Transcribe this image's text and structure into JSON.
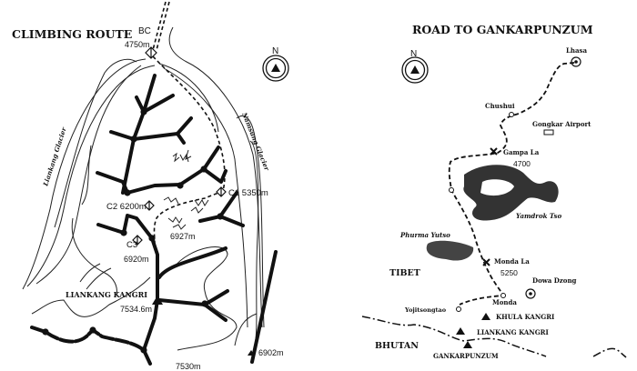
{
  "climbing_route": {
    "title": "CLIMBING ROUTE",
    "north": "N",
    "labels": {
      "bc": "BC",
      "bc_alt": "4750m",
      "c1": "C1 5350m",
      "c2": "C2 6200m",
      "c3": "C3",
      "c3_alt": "6920m",
      "peak_6927": "6927m",
      "summit_name": "LIANKANG  KANGRI",
      "summit_alt": "7534.6m",
      "peak_6902": "6902m",
      "peak_7530": "7530m",
      "liankang_glacier": "Liankang Glacier",
      "namsung_glacier": "Namsung Glacier"
    }
  },
  "road_map": {
    "title": "ROAD TO GANKARPUNZUM",
    "north": "N",
    "places": {
      "lhasa": "Lhasa",
      "chushui": "Chushui",
      "gongkar": "Gongkar  Airport",
      "gampa": "Gampa La",
      "gampa_alt": "4700",
      "yamdrok": "Yamdrok Tso",
      "phurma": "Phurma Yutso",
      "tibet": "TIBET",
      "monda_la": "Monda La",
      "monda_alt": "5250",
      "dowa": "Dowa Dzong",
      "monda": "Monda",
      "yojitsongtao": "Yojitsongtao",
      "khula": "KHULA KANGRI",
      "liankang": "LIANKANG KANGRI",
      "bhutan": "BHUTAN",
      "gankarpunzum": "GANKARPUNZUM"
    }
  }
}
